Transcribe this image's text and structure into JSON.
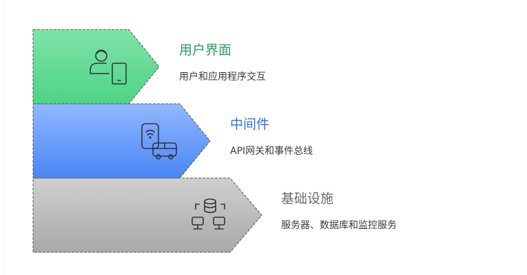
{
  "layers": [
    {
      "title": "用户界面",
      "desc": "用户和应用程序交互",
      "title_color": "#2e9e5e",
      "icon": "user-and-tablet-icon"
    },
    {
      "title": "中间件",
      "desc": "API网关和事件总线",
      "title_color": "#2f6fd8",
      "icon": "wifi-phone-and-bus-icon"
    },
    {
      "title": "基础设施",
      "desc": "服务器、数据库和监控服务",
      "title_color": "#6b6b6b",
      "icon": "database-network-icon"
    }
  ]
}
